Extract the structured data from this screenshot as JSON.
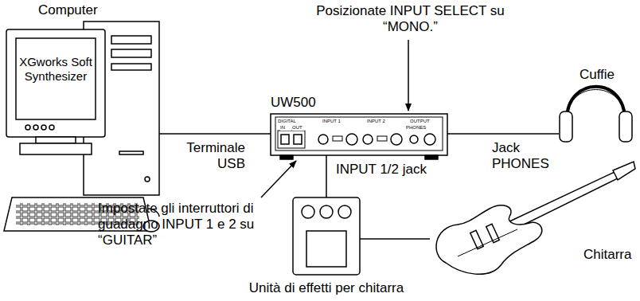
{
  "diagram": {
    "nodes": [
      {
        "text": [
          "Computer",
          "XGworks Soft Synthesizer"
        ]
      },
      {
        "text": [
          "UW500"
        ]
      },
      {
        "text": [
          "Cuffie"
        ]
      },
      {
        "text": [
          "Unità di effetti per chitarra"
        ]
      },
      {
        "text": [
          "Chitarra"
        ]
      }
    ],
    "edges": [
      {
        "from": 0,
        "to": 1,
        "label": "Terminale USB",
        "arrow": "none"
      },
      {
        "from": 1,
        "to": 2,
        "label": "Jack PHONES",
        "arrow": "none"
      },
      {
        "from": 1,
        "to": 3,
        "label": "INPUT 1/2 jack",
        "arrow": "none"
      },
      {
        "from": 3,
        "to": 4,
        "arrow": "none"
      }
    ],
    "labels": [
      "Posizionate INPUT SELECT su “MONO.”",
      "Impostate gli interruttori di guadagno INPUT 1 e 2 su “GUITAR”",
      "DIGITAL",
      "IN",
      "OUT",
      "INPUT 1",
      "INPUT 2",
      "OUTPUT",
      "PHONES"
    ]
  }
}
